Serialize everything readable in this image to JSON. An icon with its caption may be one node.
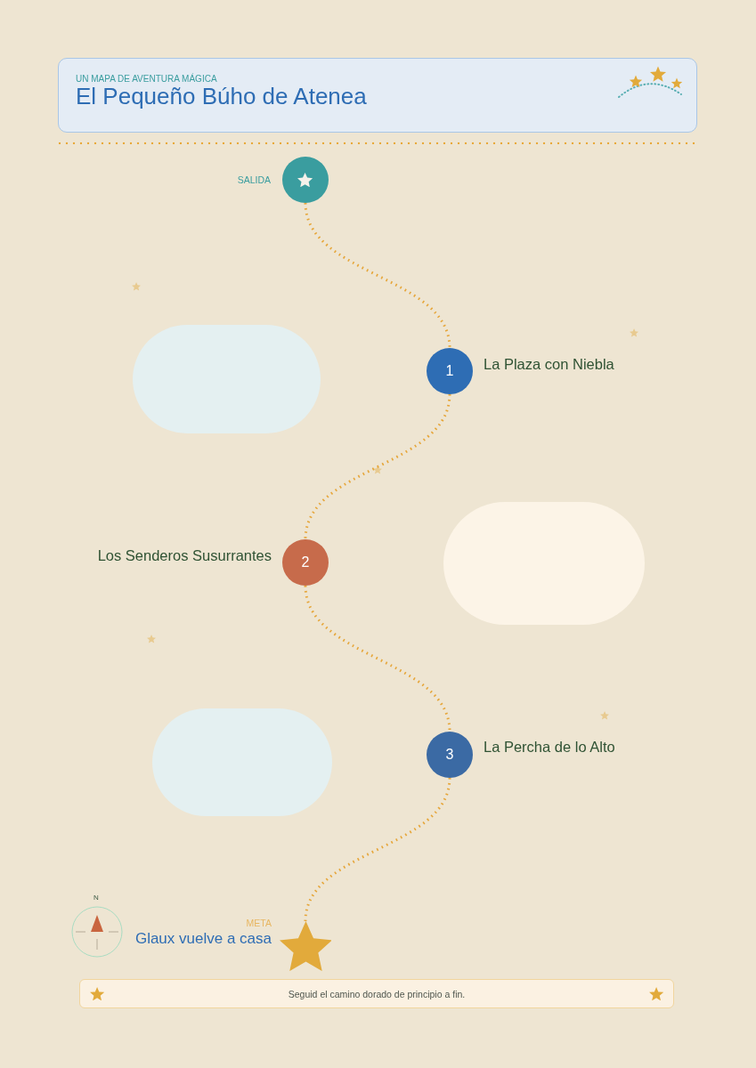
{
  "diagram": {
    "title": "El Pequeño Búho de Atenea",
    "caption": "Seguid el camino dorado de principio a fin.",
    "nodes": [
      {
        "text": [],
        "shape": "circle",
        "beside": [
          "SALIDA"
        ]
      },
      {
        "text": [],
        "shape": "box"
      },
      {
        "text": [
          "1"
        ],
        "beside": [
          "La Plaza con Niebla"
        ]
      },
      {
        "text": [],
        "shape": "box"
      },
      {
        "text": [
          "2"
        ],
        "beside": [
          "Los Senderos Susurrantes"
        ]
      },
      {
        "text": [],
        "shape": "box"
      },
      {
        "text": [
          "3"
        ],
        "beside": [
          "La Percha de lo Alto"
        ]
      },
      {
        "text": [],
        "shape": "star",
        "beside": [
          "META",
          "Glaux vuelve a casa"
        ]
      }
    ],
    "edges": [
      {
        "from": 0,
        "to": 2,
        "arrow": "none"
      },
      {
        "from": 2,
        "to": 4,
        "arrow": "none"
      },
      {
        "from": 4,
        "to": 6,
        "arrow": "none"
      },
      {
        "from": 6,
        "to": 7,
        "arrow": "none"
      }
    ],
    "labels": [
      "UN MAPA DE AVENTURA MÁGICA",
      "N"
    ]
  }
}
